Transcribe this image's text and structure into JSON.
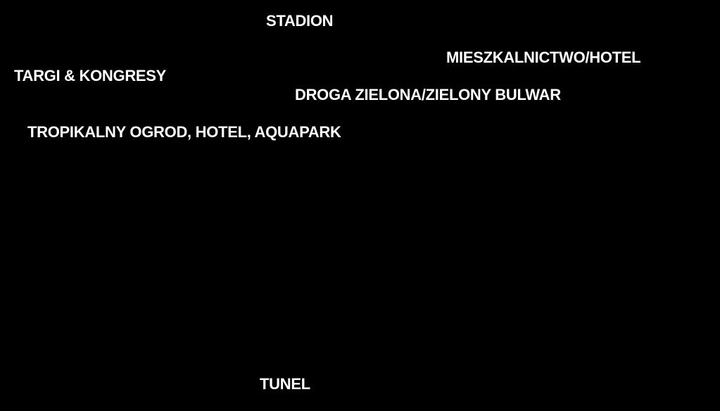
{
  "background_color": "#000000",
  "text_color": "#ffffff",
  "labels": {
    "stadion": "STADION",
    "mieszkalnictwo_hotel": "MIESZKALNICTWO/HOTEL",
    "targi_kongresy": "TARGI & KONGRESY",
    "droga_zielona": "DROGA ZIELONA/ZIELONY BULWAR",
    "tropikalny_ogrod": "TROPIKALNY OGROD, HOTEL, AQUAPARK",
    "tunel": "TUNEL"
  }
}
